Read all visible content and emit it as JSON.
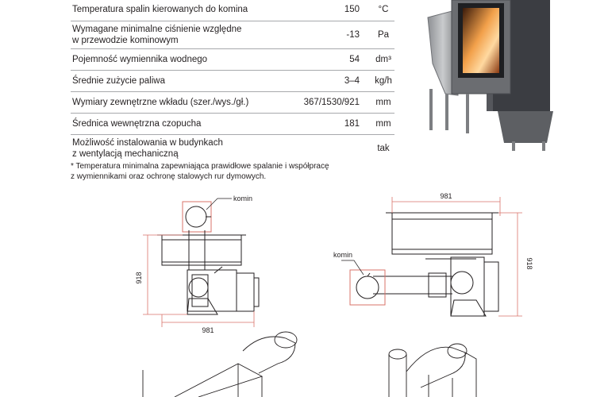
{
  "specs": [
    {
      "label": "Temperatura spalin kierowanych do komina",
      "value": "150",
      "unit": "°C"
    },
    {
      "label": "Wymagane minimalne ciśnienie względne\nw przewodzie kominowym",
      "value": "-13",
      "unit": "Pa"
    },
    {
      "label": "Pojemność wymiennika wodnego",
      "value": "54",
      "unit": "dm³"
    },
    {
      "label": "Średnie zużycie paliwa",
      "value": "3–4",
      "unit": "kg/h"
    },
    {
      "label": "Wymiary zewnętrzne wkładu (szer./wys./gł.)",
      "value": "367/1530/921",
      "unit": "mm"
    },
    {
      "label": "Średnica wewnętrzna czopucha",
      "value": "181",
      "unit": "mm"
    },
    {
      "label": "Możliwość instalowania w budynkach\nz wentylacją mechaniczną",
      "value": "",
      "unit": "tak"
    }
  ],
  "footnote": "* Temperatura minimalna zapewniająca prawidłowe spalanie i współpracę\nz wymiennikami oraz ochronę stalowych rur dymowych.",
  "drawings": {
    "left": {
      "komin_label": "komin",
      "height_dim": "918",
      "width_dim": "981"
    },
    "right": {
      "komin_label": "komin",
      "height_dim": "918",
      "width_dim": "981"
    }
  },
  "colors": {
    "dimension_line": "#d9736a",
    "rule": "#a7a9ac",
    "steel": "#9a9c9f"
  }
}
